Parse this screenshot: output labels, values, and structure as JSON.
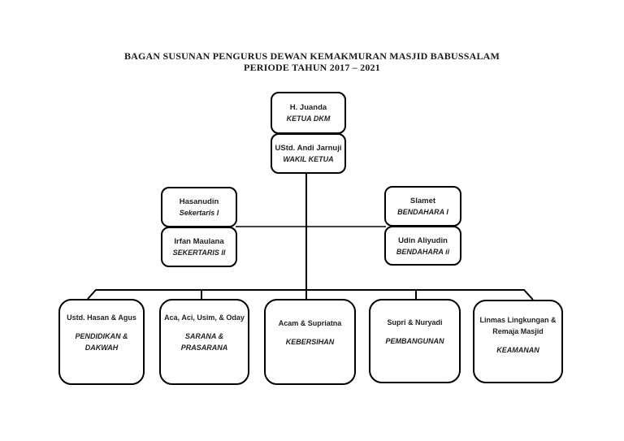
{
  "title": {
    "line1": "BAGAN SUSUNAN PENGURUS DEWAN KEMAKMURAN MASJID BABUSSALAM",
    "line2": "PERIODE TAHUN 2017 – 2021"
  },
  "chart_data": {
    "type": "org-chart",
    "nodes": [
      {
        "id": "ketua",
        "name": "H. Juanda",
        "role": "KETUA DKM",
        "reports_to": null
      },
      {
        "id": "wakil",
        "name": "UStd. Andi Jarnuji",
        "role": "WAKIL KETUA",
        "reports_to": "ketua"
      },
      {
        "id": "sekertaris1",
        "name": "Hasanudin",
        "role": "Sekertaris I",
        "reports_to": "wakil"
      },
      {
        "id": "sekertaris2",
        "name": "Irfan Maulana",
        "role": "SEKERTARIS II",
        "reports_to": "wakil"
      },
      {
        "id": "bendahara1",
        "name": "Slamet",
        "role": "BENDAHARA I",
        "reports_to": "wakil"
      },
      {
        "id": "bendahara2",
        "name": "Udin Aliyudin",
        "role": "BENDAHARA ii",
        "reports_to": "wakil"
      },
      {
        "id": "div1",
        "name": "Ustd. Hasan & Agus",
        "role": "PENDIDIKAN & DAKWAH",
        "reports_to": "wakil"
      },
      {
        "id": "div2",
        "name": "Aca, Aci, Usim, & Oday",
        "role": "SARANA & PRASARANA",
        "reports_to": "wakil"
      },
      {
        "id": "div3",
        "name": "Acam & Supriatna",
        "role": "KEBERSIHAN",
        "reports_to": "wakil"
      },
      {
        "id": "div4",
        "name": "Supri & Nuryadi",
        "role": "PEMBANGUNAN",
        "reports_to": "wakil"
      },
      {
        "id": "div5",
        "name": "Linmas Lingkungan & Remaja Masjid",
        "role": "KEAMANAN",
        "reports_to": "wakil"
      }
    ]
  },
  "colors": {
    "background": "#ffffff",
    "line": "#000000",
    "text": "#1f1f1f"
  }
}
